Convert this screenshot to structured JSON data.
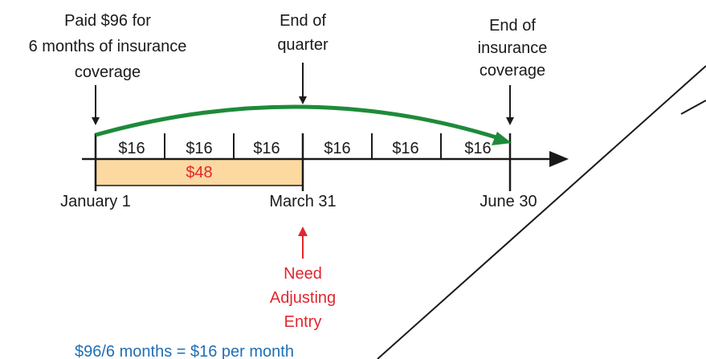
{
  "annotations": {
    "paid": [
      "Paid $96 for",
      "6 months of insurance",
      "coverage"
    ],
    "end_of_quarter": [
      "End of",
      "quarter"
    ],
    "end_of_coverage": [
      "End of",
      "insurance",
      "coverage"
    ],
    "need_adjusting": [
      "Need",
      "Adjusting",
      "Entry"
    ]
  },
  "timeline": {
    "monthly_amounts": [
      "$16",
      "$16",
      "$16",
      "$16",
      "$16",
      "$16"
    ],
    "expired_total": "$48",
    "dates": {
      "start": "January 1",
      "quarter_end": "March 31",
      "end": "June 30"
    }
  },
  "formula": "$96/6 months = $16 per month",
  "colors": {
    "arc": "#1e8a3a",
    "expired_fill": "#fbd9a0",
    "highlight_red": "#e3262e",
    "formula_blue": "#1f6fb5",
    "ink": "#1a1a1a"
  }
}
